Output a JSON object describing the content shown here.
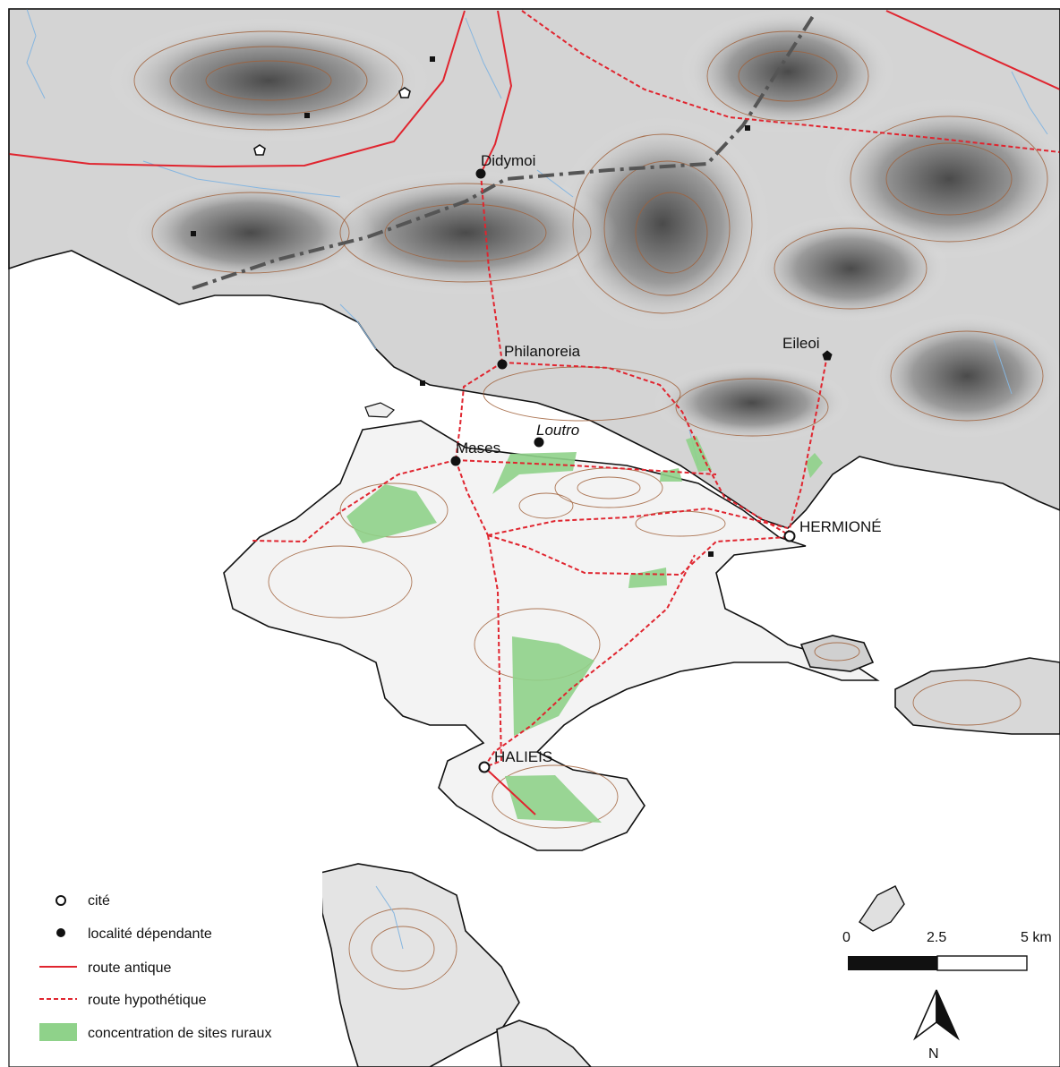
{
  "places": {
    "didymoi": "Didymoi",
    "philanoreia": "Philanoreia",
    "eileoi": "Eileoi",
    "loutro": "Loutro",
    "mases": "Mases",
    "hermione": "HERMIONÉ",
    "halieis": "HALIEIS"
  },
  "legend": {
    "cite": "cité",
    "localite": "localité dépendante",
    "route_antique": "route antique",
    "route_hypothetique": "route hypothétique",
    "concentration": "concentration de sites ruraux"
  },
  "scale": {
    "tick0": "0",
    "tick1": "2.5",
    "tick2": "5 km"
  },
  "north": "N",
  "colors": {
    "road": "#e0252f",
    "rural": "#8fd28a",
    "contour": "#a0603a",
    "river": "#86b6e0",
    "border": "#555555"
  }
}
